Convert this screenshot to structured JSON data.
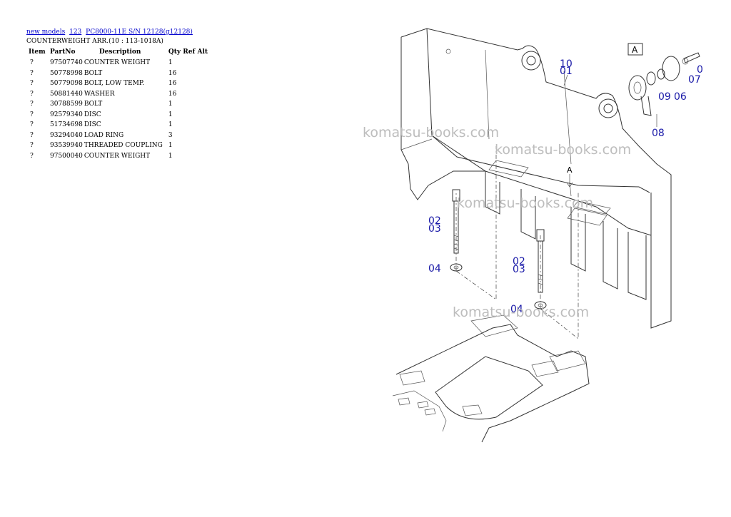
{
  "breadcrumb": {
    "links": [
      "new models",
      "123",
      "PC8000-11E S/N 12128(g12128)"
    ]
  },
  "page_title": "COUNTERWEIGHT ARR.(10 : 113-1018A)",
  "table": {
    "headers": [
      "Item",
      "PartNo",
      "Description",
      "Qty",
      "Ref",
      "Alt"
    ],
    "rows": [
      {
        "item": "?",
        "partno": "97507740",
        "desc": "COUNTER WEIGHT",
        "qty": "1"
      },
      {
        "item": "?",
        "partno": "50778998",
        "desc": "BOLT",
        "qty": "16"
      },
      {
        "item": "?",
        "partno": "50779098",
        "desc": "BOLT, LOW TEMP.",
        "qty": "16"
      },
      {
        "item": "?",
        "partno": "50881440",
        "desc": "WASHER",
        "qty": "16"
      },
      {
        "item": "?",
        "partno": "30788599",
        "desc": "BOLT",
        "qty": "1"
      },
      {
        "item": "?",
        "partno": "92579340",
        "desc": "DISC",
        "qty": "1"
      },
      {
        "item": "?",
        "partno": "51734698",
        "desc": "DISC",
        "qty": "1"
      },
      {
        "item": "?",
        "partno": "93294040",
        "desc": "LOAD RING",
        "qty": "3"
      },
      {
        "item": "?",
        "partno": "93539940",
        "desc": "THREADED COUPLING",
        "qty": "1"
      },
      {
        "item": "?",
        "partno": "97500040",
        "desc": "COUNTER WEIGHT",
        "qty": "1"
      }
    ]
  },
  "diagram": {
    "callouts": {
      "c10": "10",
      "c01": "01",
      "c07": "07",
      "c0": "0",
      "c09": "09",
      "c06": "06",
      "c08": "08",
      "c02a": "02",
      "c03a": "03",
      "c04a": "04",
      "c02b": "02",
      "c03b": "03",
      "c04b": "04"
    },
    "view_label": "A",
    "section_label": "A",
    "watermark": "komatsu-books.com"
  },
  "colors": {
    "link": "#0000cc",
    "callout": "#1a1aa8",
    "watermark": "#bdbdbd"
  }
}
